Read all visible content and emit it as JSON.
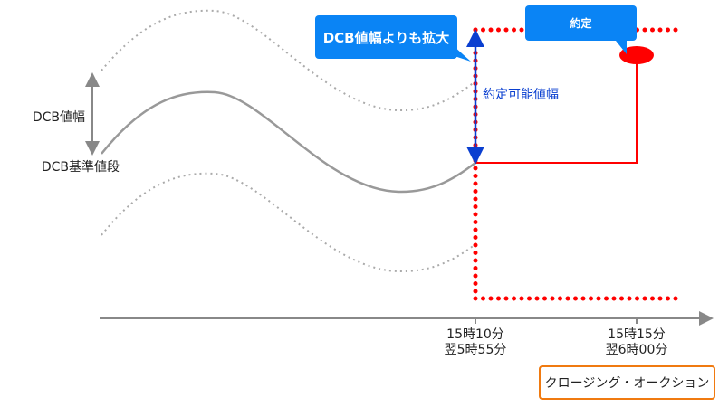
{
  "labels": {
    "dcb_width": "DCB値幅",
    "dcb_base_price": "DCB基準値段",
    "executable_range": "約定可能値幅",
    "callout_expand": "DCB値幅よりも拡大",
    "callout_execution": "約定",
    "time1_line1": "15時10分",
    "time1_line2": "翌5時55分",
    "time2_line1": "15時15分",
    "time2_line2": "翌6時00分",
    "closing_auction": "クロージング・オークション"
  },
  "colors": {
    "price_line": "#999999",
    "limit_line": "#ff0000",
    "range_arrow": "#0a3fd0",
    "callout": "#0a84f5",
    "closing_box": "#f07a10"
  }
}
